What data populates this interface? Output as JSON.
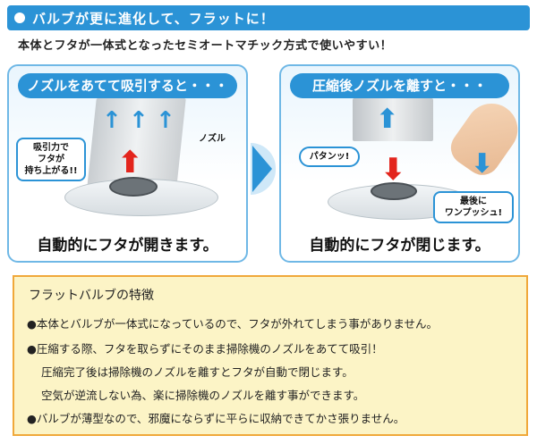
{
  "header": {
    "title": "バルブが更に進化して、フラットに！"
  },
  "subtitle": "本体とフタが一体式となったセミオートマチック方式で使いやすい！",
  "left_panel": {
    "head": "ノズルをあてて吸引すると・・・",
    "nozzle_label": "ノズル",
    "callout": [
      "吸引力で",
      "フタが",
      "持ち上がる!!"
    ],
    "foot": "自動的にフタが開きます。"
  },
  "right_panel": {
    "head": "圧縮後ノズルを離すと・・・",
    "callout_left": "パタンッ!",
    "callout_right": [
      "最後に",
      "ワンプッシュ!"
    ],
    "foot": "自動的にフタが閉じます。"
  },
  "features": {
    "title": "フラットバルブの特徴",
    "lines": [
      "●本体とバルブが一体式になっているので、フタが外れてしまう事がありません。",
      "●圧縮する際、フタを取らずにそのまま掃除機のノズルをあてて吸引！",
      "圧縮完了後は掃除機のノズルを離すとフタが自動で閉じます。",
      "空気が逆流しない為、楽に掃除機のノズルを離す事ができます。",
      "●バルブが薄型なので、邪魔にならずに平らに収納できてかさ張りません。"
    ]
  },
  "colors": {
    "accent": "#2b93d6",
    "red": "#e3251d",
    "features_bg": "#fcf4c6",
    "features_border": "#f0a83a"
  }
}
